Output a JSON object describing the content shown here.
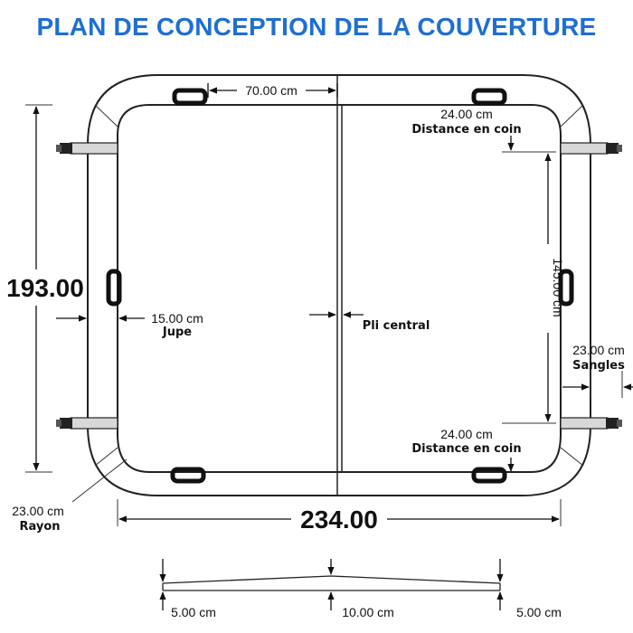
{
  "title": "PLAN DE CONCEPTION DE LA COUVERTURE",
  "dimensions": {
    "top_width": "70.00 cm",
    "corner_top_value": "24.00 cm",
    "corner_top_label": "Distance en coin",
    "height_total": "193.00",
    "skirt_value": "15.00 cm",
    "skirt_label": "Jupe",
    "fold_label": "Pli central",
    "side_height": "145.00 cm",
    "straps_value": "23.00 cm",
    "straps_label": "Sangles",
    "corner_bottom_value": "24.00 cm",
    "corner_bottom_label": "Distance en coin",
    "radius_value": "23.00 cm",
    "radius_label": "Rayon",
    "width_total": "234.00"
  },
  "profile": {
    "left_thickness": "5.00 cm",
    "center_thickness": "10.00 cm",
    "right_thickness": "5.00 cm"
  }
}
